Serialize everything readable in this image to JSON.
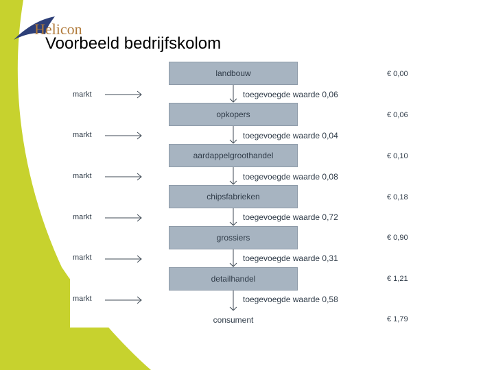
{
  "slide": {
    "title": "Voorbeeld bedrijfskolom",
    "logo_text": "Helicon",
    "accent_color": "#c7d22e",
    "brand_color": "#2d3f78"
  },
  "diagram": {
    "stages": [
      {
        "label": "landbouw",
        "value": "€ 0,00"
      },
      {
        "label": "opkopers",
        "value": "€ 0,06"
      },
      {
        "label": "aardappelgroothandel",
        "value": "€ 0,10"
      },
      {
        "label": "chipsfabrieken",
        "value": "€ 0,18"
      },
      {
        "label": "grossiers",
        "value": "€ 0,90"
      },
      {
        "label": "detailhandel",
        "value": "€ 1,21"
      }
    ],
    "end": {
      "label": "consument",
      "value": "€ 1,79"
    },
    "market_label": "markt",
    "added_values": [
      "toegevoegde waarde 0,06",
      "toegevoegde waarde 0,04",
      "toegevoegde waarde 0,08",
      "toegevoegde waarde 0,72",
      "toegevoegde waarde 0,31",
      "toegevoegde waarde 0,58"
    ]
  }
}
